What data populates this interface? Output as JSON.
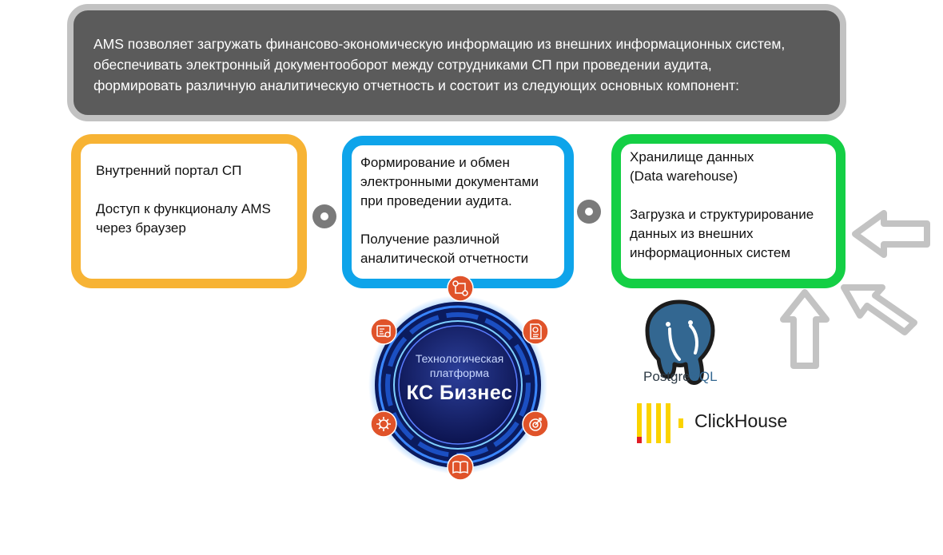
{
  "banner": {
    "lines": [
      "AMS позволяет загружать финансово-экономическую информацию из внешних информационных систем,",
      "обеспечивать электронный документооборот между сотрудниками СП при проведении аудита,",
      "формировать различную аналитическую отчетность и состоит из следующих основных компонент:"
    ]
  },
  "cards": {
    "portal": {
      "line1": "Внутренний портал СП",
      "line2": "Доступ к функционалу AMS",
      "line3": "через браузер"
    },
    "docs": {
      "line1": "Формирование и  обмен",
      "line2": "электронными документами",
      "line3": "при проведении аудита.",
      "line4": "Получение различной",
      "line5": "аналитической отчетности"
    },
    "dwh": {
      "line1": "Хранилище данных",
      "line2": "(Data warehouse)",
      "line3": "Загрузка и структурирование",
      "line4": "данных из внешних",
      "line5": "информационных систем"
    }
  },
  "platform": {
    "subtitle_line1": "Технологическая",
    "subtitle_line2": "платформа",
    "title": "КС Бизнес"
  },
  "logos": {
    "postgres_a": "Postgre",
    "postgres_b": "SQL",
    "clickhouse": "ClickHouse"
  },
  "colors": {
    "portal_border": "#f7b334",
    "docs_border": "#0ea4ea",
    "dwh_border": "#14cf45",
    "banner_bg": "#5b5b5b",
    "platform_icon": "#e0532a",
    "arrow": "#c3c3c3"
  }
}
